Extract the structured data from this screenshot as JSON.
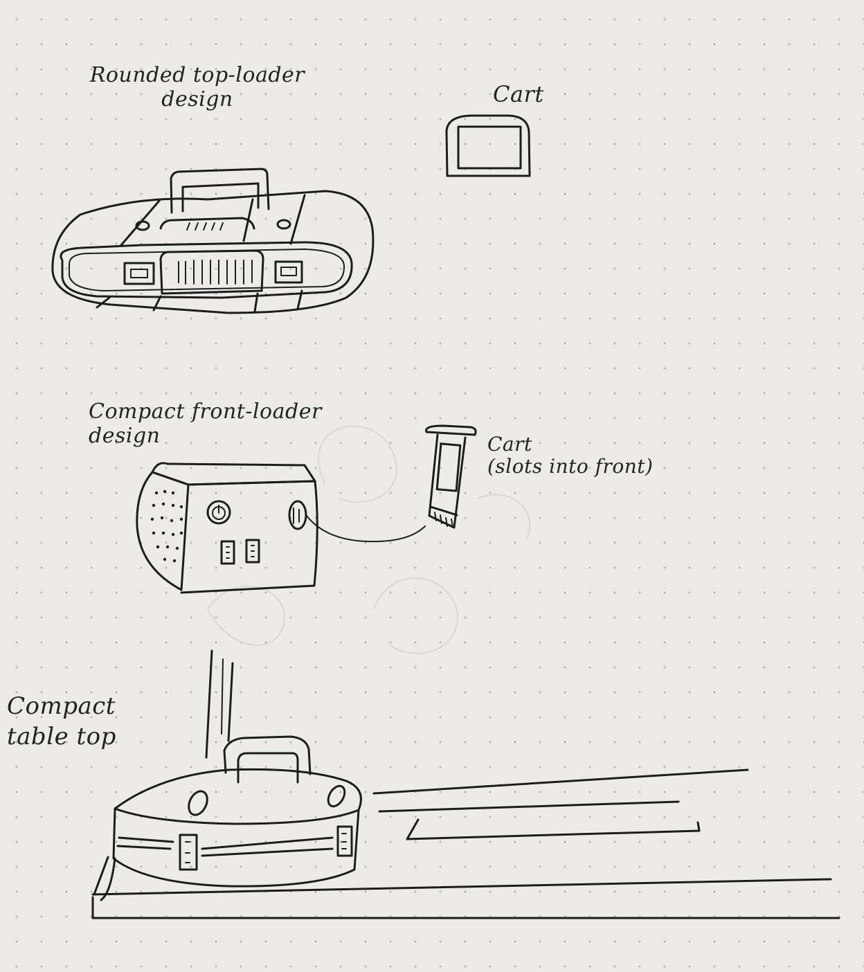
{
  "background": "#ecebe7",
  "ink_color": "#1c1c1c",
  "labels": {
    "rounded_top_loader": "Rounded top-loader\ndesign",
    "cart_top": "Cart",
    "compact_front_loader": "Compact front-loader\ndesign",
    "cart_front": "Cart\n(slots into front)",
    "compact_table_top": "Compact\ntable top"
  },
  "icons": [
    "power-icon"
  ]
}
